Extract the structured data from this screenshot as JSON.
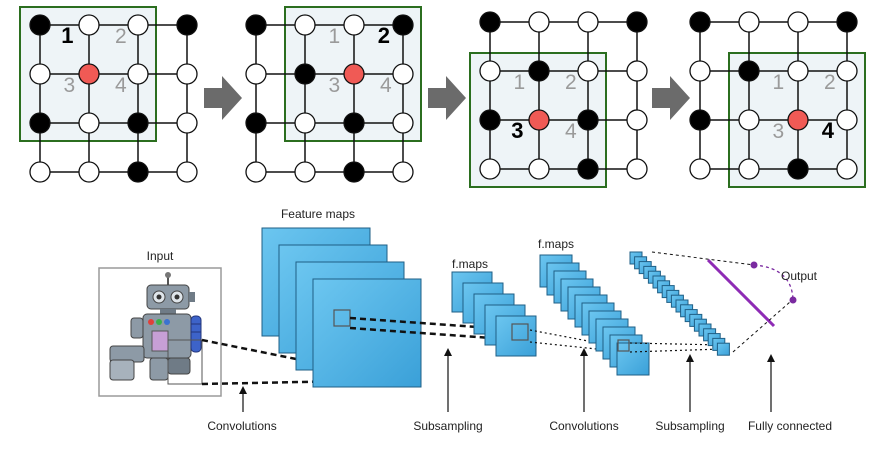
{
  "colors": {
    "grid_line": "#111111",
    "node_black": "#000000",
    "node_white": "#ffffff",
    "node_red": "#f05a55",
    "window_border": "#2b6e1f",
    "window_fill": "#eef4f7",
    "arrow": "#6b6b6b",
    "map_fill": "#4fb3e6",
    "map_stroke": "#1f5f86",
    "fc_line": "#8e2bb5",
    "fc_dot": "#7a2aa0"
  },
  "panels": [
    {
      "labels": [
        "1",
        "2",
        "3",
        "4"
      ],
      "active": "1"
    },
    {
      "labels": [
        "1",
        "2",
        "3",
        "4"
      ],
      "active": "2"
    },
    {
      "labels": [
        "1",
        "2",
        "3",
        "4"
      ],
      "active": "3"
    },
    {
      "labels": [
        "1",
        "2",
        "3",
        "4"
      ],
      "active": "4"
    }
  ],
  "cnn": {
    "input_label": "Input",
    "feature_maps_label": "Feature maps",
    "fmaps_label_1": "f.maps",
    "fmaps_label_2": "f.maps",
    "output_label": "Output",
    "stages": [
      "Convolutions",
      "Subsampling",
      "Convolutions",
      "Subsampling",
      "Fully connected"
    ]
  }
}
